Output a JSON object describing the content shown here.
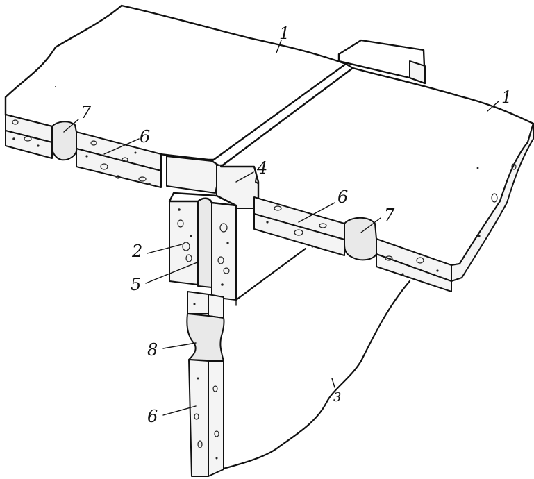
{
  "labels": {
    "slab_left": "1",
    "slab_right": "1",
    "panel_2": "2",
    "partition_3": "3",
    "beam_4": "4",
    "seam_5": "5",
    "hollow_6_left": "6",
    "hollow_6_right": "6",
    "hollow_6_lower": "6",
    "joint_7_left": "7",
    "joint_7_right": "7",
    "joint_8": "8"
  }
}
